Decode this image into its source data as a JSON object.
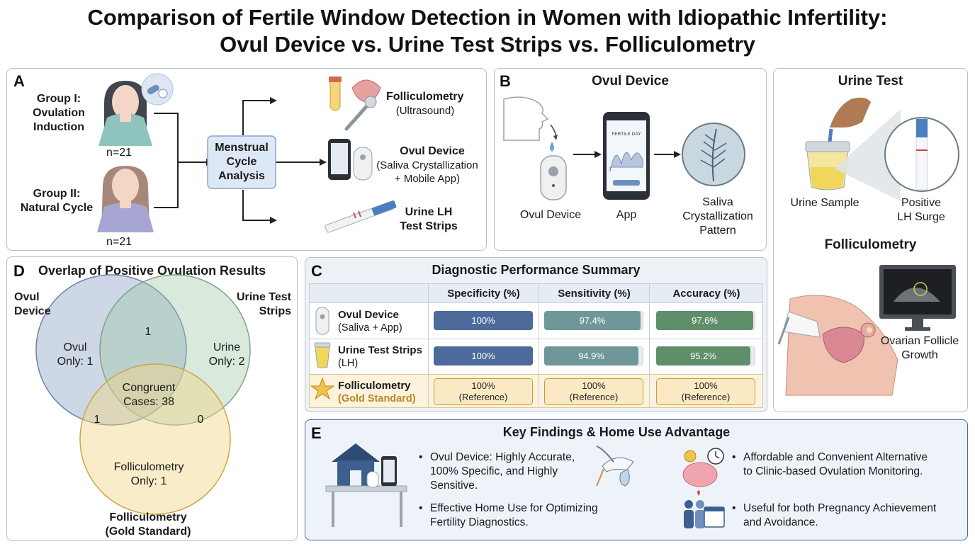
{
  "title": {
    "line1": "Comparison of Fertile Window Detection in Women with Idiopathic Infertility:",
    "line2": "Ovul Device vs. Urine Test Strips vs. Folliculometry"
  },
  "panel_a": {
    "letter": "A",
    "group1": "Group I:\nOvulation\nInduction",
    "group1_n": "n=21",
    "group2": "Group II:\nNatural Cycle",
    "group2_n": "n=21",
    "hub": "Menstrual\nCycle\nAnalysis",
    "folli_title": "Folliculometry",
    "folli_sub": "(Ultrasound)",
    "ovul_title": "Ovul Device",
    "ovul_sub": "(Saliva Crystallization\n+ Mobile App)",
    "urine_title": "Urine LH\nTest Strips"
  },
  "panel_b": {
    "letter": "B",
    "title": "Ovul Device",
    "label_device": "Ovul Device",
    "label_app": "App",
    "label_pattern": "Saliva\nCrystallization\nPattern",
    "phone_screen": "FERTILE DAY"
  },
  "urine_panel": {
    "title": "Urine Test",
    "label_sample": "Urine Sample",
    "label_positive": "Positive\nLH Surge",
    "folli_title": "Folliculometry",
    "folli_label": "Ovarian Follicle\nGrowth"
  },
  "panel_c": {
    "letter": "C",
    "title": "Diagnostic Performance Summary",
    "columns": [
      "Specificity (%)",
      "Sensitivity (%)",
      "Accuracy (%)"
    ],
    "rows": [
      {
        "name": "Ovul Device",
        "sub": "(Saliva + App)",
        "values": [
          "100%",
          "97.4%",
          "97.6%"
        ],
        "fractions": [
          1.0,
          0.974,
          0.976
        ]
      },
      {
        "name": "Urine Test Strips",
        "sub": "(LH)",
        "values": [
          "100%",
          "94.9%",
          "95.2%"
        ],
        "fractions": [
          1.0,
          0.949,
          0.952
        ]
      },
      {
        "name": "Folliculometry",
        "sub": "(Gold Standard)",
        "values": [
          "100%\n(Reference)",
          "100%\n(Reference)",
          "100%\n(Reference)"
        ]
      }
    ],
    "colors": {
      "spec": "#4d6b9a",
      "sens": "#6f979a",
      "acc": "#5f8f6a"
    }
  },
  "panel_d": {
    "letter": "D",
    "title": "Overlap of Positive Ovulation Results",
    "set_ovul": "Ovul\nDevice",
    "set_urine": "Urine Test\nStrips",
    "set_folli": "Folliculometry\n(Gold Standard)",
    "ovul_only": "Ovul\nOnly: 1",
    "urine_only": "Urine\nOnly: 2",
    "folli_only": "Folliculometry\nOnly: 1",
    "ovul_urine": "1",
    "ovul_folli": "1",
    "urine_folli": "0",
    "center": "Congruent\nCases: 38"
  },
  "panel_e": {
    "letter": "E",
    "title": "Key Findings & Home Use Advantage",
    "bullets": [
      "Ovul Device: Highly Accurate,\n100% Specific, and Highly\nSensitive.",
      "Effective Home Use for Optimizing\nFertility Diagnostics.",
      "Affordable and Convenient Alternative\nto Clinic-based Ovulation Monitoring.",
      "Useful for both Pregnancy Achievement\nand Avoidance."
    ]
  }
}
